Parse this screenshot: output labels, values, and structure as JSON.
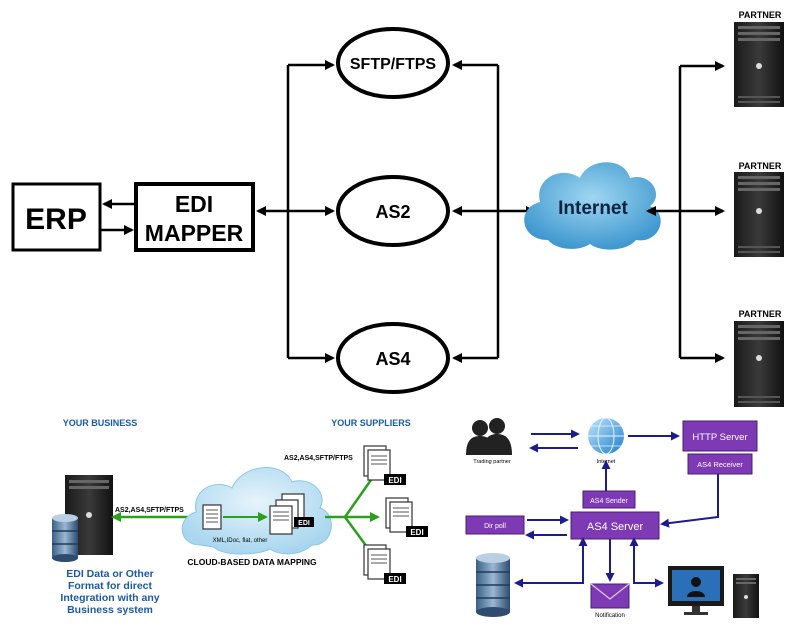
{
  "top": {
    "erp": "ERP",
    "mapper_line1": "EDI",
    "mapper_line2": "MAPPER",
    "protocols": [
      "SFTP/FTPS",
      "AS2",
      "AS4"
    ],
    "internet": "Internet",
    "partner_label": "PARTNER"
  },
  "bottom_left": {
    "your_business": "YOUR BUSINESS",
    "your_suppliers": "YOUR SUPPLIERS",
    "protocols_left": "AS2,AS4,SFTP/FTPS",
    "protocols_right": "AS2,AS4,SFTP/FTPS",
    "formats": "XML,IDoc, flat, other",
    "edi": "EDI",
    "cloud_label": "CLOUD-BASED DATA MAPPING",
    "caption_line1": "EDI Data or Other",
    "caption_line2": "Format for direct",
    "caption_line3": "Integration with any",
    "caption_line4": "Business system"
  },
  "bottom_right": {
    "trading_partner": "Trading partner",
    "internet": "Internet",
    "http_server": "HTTP Server",
    "as4_receiver": "AS4 Receiver",
    "as4_sender": "AS4 Sender",
    "as4_server": "AS4 Server",
    "dir_poll": "Dir poll",
    "notification": "Notification"
  },
  "colors": {
    "line": "#000000",
    "cloud": "#5aaed9",
    "green": "#2ca01c",
    "purple": "#7e3ab5",
    "navy": "#1c1c8c",
    "blue_text": "#1a5aa6"
  }
}
